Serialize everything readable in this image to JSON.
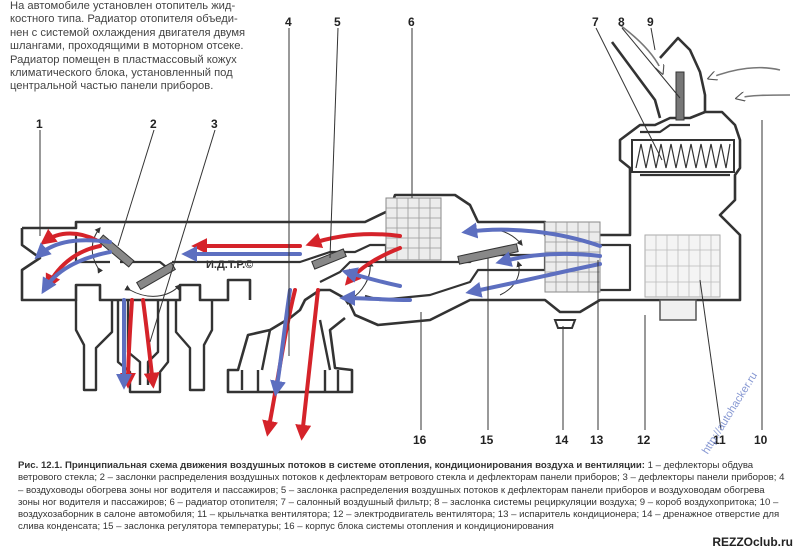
{
  "intro_lines": [
    "На автомобиле установлен отопитель жид-",
    "костного типа. Радиатор отопителя объеди-",
    "нен с системой охлаждения двигателя двумя",
    "шлангами, проходящими в моторном отсеке.",
    "Радиатор помещен в пластмассовый кожух",
    "климатического блока, установленный под",
    "центральной частью панели приборов."
  ],
  "diagram": {
    "watermark": "И.Д.Т.Р.©",
    "numbers": [
      "1",
      "2",
      "3",
      "4",
      "5",
      "6",
      "7",
      "8",
      "9",
      "10",
      "11",
      "12",
      "13",
      "14",
      "15",
      "16"
    ],
    "colors": {
      "hot": "#d5232a",
      "cold": "#5d6fc0",
      "outline": "#333333",
      "fill": "#ffffff",
      "shade": "#e9e9e9"
    }
  },
  "caption": {
    "title": "Рис. 12.1. Принципиальная схема движения воздушных потоков в системе отопления, кондиционирования воздуха и вентиляции:",
    "body": " 1 – дефлекторы обдува ветрового стекла; 2 – заслонки распределения воздушных потоков к дефлекторам ветрового стекла и дефлекторам панели приборов; 3 – дефлекторы панели приборов; 4 – воздуховоды обогрева зоны ног водителя и пассажиров; 5 – заслонка распределения воздушных потоков к дефлекторам панели приборов и воздуховодам обогрева зоны ног водителя и пассажиров; 6 – радиатор отопителя; 7 – салонный воздушный фильтр; 8 – заслонка системы рециркуляции воздуха; 9 – короб воздухопритока; 10 – воздухозаборник в салоне автомобиля; 11 – крыльчатка вентилятора; 12 – электродвигатель вентилятора; 13 – испаритель кондиционера; 14 – дренажное отверстие для слива конденсата; 15 – заслонка регулятора температуры; 16 – корпус блока системы отопления и кондиционирования"
  },
  "site_tag": "REZZOclub.ru",
  "side_watermark": "http://autohacker.ru"
}
